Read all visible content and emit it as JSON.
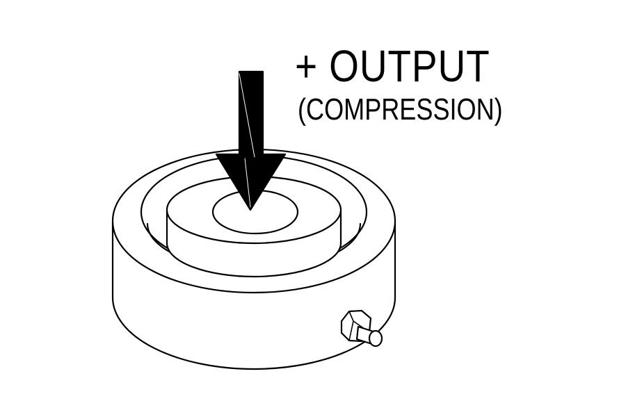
{
  "diagram": {
    "label_primary": "+ OUTPUT",
    "label_secondary": "(COMPRESSION)",
    "ink_color": "#000000",
    "background_color": "#ffffff",
    "object": "load-cell",
    "arrow_direction": "down"
  }
}
